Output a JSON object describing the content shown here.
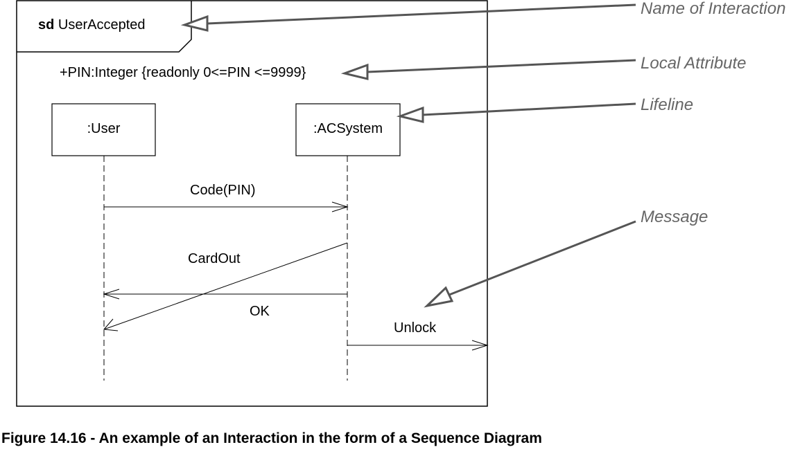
{
  "frame": {
    "keyword": "sd",
    "name": "UserAccepted",
    "local_attribute": "+PIN:Integer {readonly 0<=PIN <=9999}"
  },
  "lifelines": [
    {
      "name": ":User"
    },
    {
      "name": ":ACSystem"
    }
  ],
  "messages": [
    {
      "label": "Code(PIN)"
    },
    {
      "label": "CardOut"
    },
    {
      "label": "OK"
    },
    {
      "label": "Unlock"
    }
  ],
  "callouts": {
    "name_of_interaction": "Name of Interaction",
    "local_attribute": "Local Attribute",
    "lifeline": "Lifeline",
    "message": "Message"
  },
  "caption": "Figure 14.16 - An example of an Interaction in the form of a Sequence Diagram",
  "colors": {
    "line": "#000000",
    "callout_text": "#666666",
    "callout_arrow": "#555555"
  }
}
